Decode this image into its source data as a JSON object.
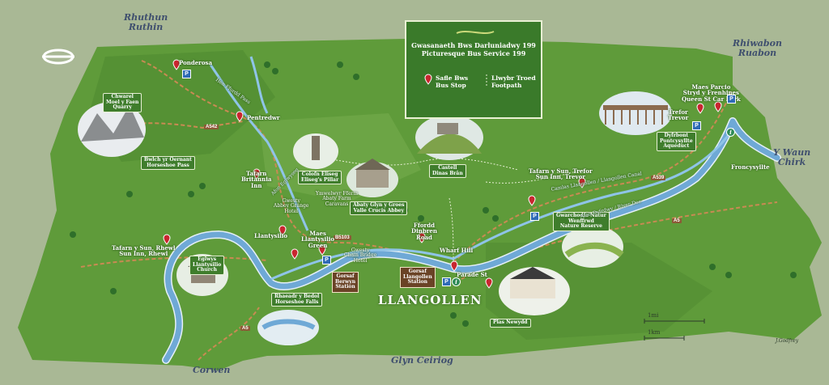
{
  "map": {
    "town": "LLANGOLLEN",
    "legend": {
      "title_cy": "Gwasanaeth Bws Darluniadwy 199",
      "title_en": "Picturesque Bus Service 199",
      "bus_stop_cy": "Safle Bws",
      "bus_stop_en": "Bus Stop",
      "footpath_cy": "Llwybr Troed",
      "footpath_en": "Footpath"
    },
    "edges": {
      "ruthin_cy": "Rhuthun",
      "ruthin_en": "Ruthin",
      "ruabon_cy": "Rhiwabon",
      "ruabon_en": "Ruabon",
      "chirk_cy": "Y Waun",
      "chirk_en": "Chirk",
      "corwen": "Corwen",
      "glyn_ceiriog": "Glyn Ceiriog"
    },
    "roads": {
      "a542": "A542",
      "a539": "A539",
      "a5_east": "A5",
      "a5_west": "A5",
      "b5103": "B5103"
    },
    "stops": {
      "ponderosa": "Ponderosa",
      "pentredwr": "Pentredwr",
      "tafarn_britannia_1": "Tafarn",
      "tafarn_britannia_2": "Britannia",
      "tafarn_britannia_3": "Inn",
      "llantysilio": "Llantysilio",
      "maes_llantysilio_1": "Maes",
      "maes_llantysilio_2": "Llantysilio",
      "maes_llantysilio_3": "Green",
      "rhewl_1": "Tafarn y Sun, Rhewl",
      "rhewl_2": "Sun Inn, Rhewl",
      "ffordd_dinbren_1": "Ffordd",
      "ffordd_dinbren_2": "Dinbren",
      "ffordd_dinbren_3": "Road",
      "wharf_hill": "Wharf Hill",
      "parade_st": "Parade St",
      "trevor_sun_1": "Tafarn y Sun, Trefor",
      "trevor_sun_2": "Sun Inn, Trevor",
      "trefor_1": "Trefor",
      "trefor_2": "Trevor",
      "queen_st_1": "Maes Parcio",
      "queen_st_2": "Stryd y Frenhines",
      "queen_st_3": "Queen St Car Park",
      "froncysyllte": "Froncysyllte"
    },
    "features": {
      "quarry_1": "Chwarel",
      "quarry_2": "Moel y Faen",
      "quarry_3": "Quarry",
      "horseshoe_pass_1": "Bwlch yr Oernant",
      "horseshoe_pass_2": "Horseshoe Pass",
      "eliseg_1": "Colofn Eliseg",
      "eliseg_2": "Eliseg's Pillar",
      "abbey_1": "Abaty Glyn y Groes",
      "abbey_2": "Valle Crucis Abbey",
      "dinas_bran_1": "Castell",
      "dinas_bran_2": "Dinas Brân",
      "church_1": "Eglwys",
      "church_2": "Llantysilio",
      "church_3": "Church",
      "falls_1": "Rhaeadr y Bedol",
      "falls_2": "Horseshoe Falls",
      "aqueduct_1": "Dyfrbont",
      "aqueduct_2": "Pontcysyllte",
      "aqueduct_3": "Aqueduct",
      "wenffrwd_1": "Gwarchodfa Natur",
      "wenffrwd_2": "Wenffrwd",
      "wenffrwd_3": "Nature Reserve",
      "plas_newydd": "Plas Newydd",
      "abbey_grange_1": "Gwesty",
      "abbey_grange_2": "Abbey Grange",
      "abbey_grange_3": "Hotel",
      "abbey_farm_1": "Ymwelwyr Fferm",
      "abbey_farm_2": "Abaty Farm",
      "abbey_farm_3": "Caravans",
      "chain_bridge_1": "Gwesty",
      "chain_bridge_2": "Chain Bridge",
      "chain_bridge_3": "Hotel",
      "berwyn_1": "Gorsaf",
      "berwyn_2": "Berwyn",
      "berwyn_3": "Station",
      "llangollen_station_1": "Gorsaf",
      "llangollen_station_2": "Llangollen",
      "llangollen_station_3": "Station"
    },
    "water": {
      "canal": "Camlas Llangollen / Llangollen Canal",
      "dee": "Afon Dyfrdwy / River Dee",
      "hen_ffordd": "Hen Ffordd Pass",
      "afon_eglwyseg": "Afon Eglwyseg"
    },
    "scale": {
      "mi": "1mi",
      "km": "1km"
    },
    "signature": "J.Godfrey",
    "parking_symbol": "P",
    "info_symbol": "i",
    "colors": {
      "land": "#5f9b3a",
      "land_dark": "#3f7a28",
      "background": "#a9b895",
      "river": "#6fa9d6",
      "pin": "#c8262f",
      "parking": "#2f6bb6"
    }
  }
}
